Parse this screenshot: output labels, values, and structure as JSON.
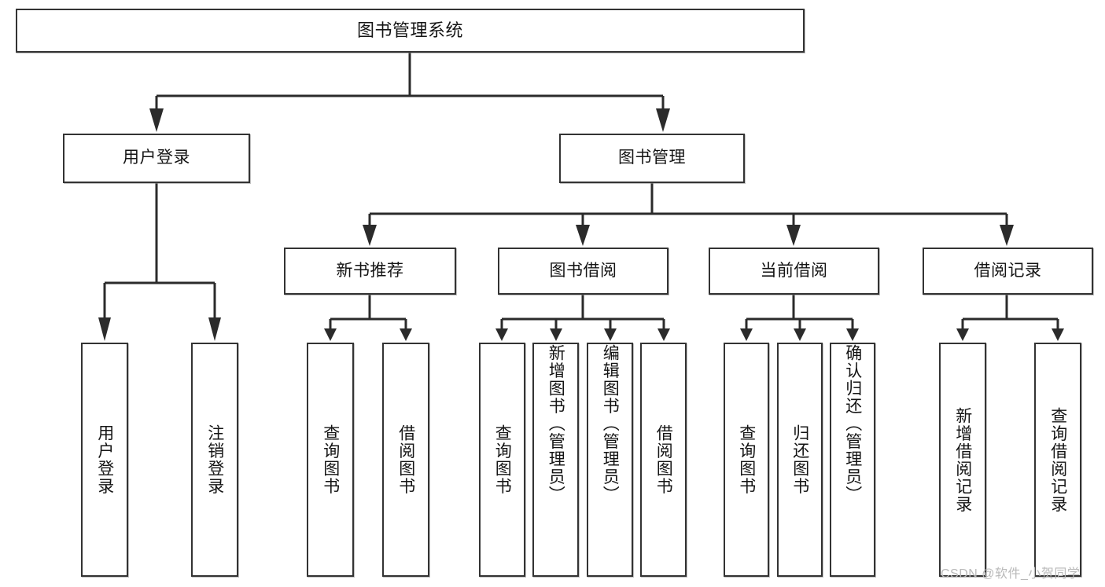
{
  "diagram": {
    "title": "图书管理系统",
    "type": "tree-hierarchy-chart",
    "orientation": "top-down",
    "colors": {
      "background": "#ffffff",
      "box_border": "#333333",
      "box_fill": "#ffffff",
      "connector": "#2b2b2b",
      "text": "#141414",
      "watermark": "#b9b9b9"
    }
  },
  "watermark": {
    "text": "CSDN @软件_小贺同学"
  },
  "nodes": {
    "root": {
      "label": "图书管理系统"
    },
    "level2": [
      {
        "id": "user-login",
        "label": "用户登录"
      },
      {
        "id": "book-manage",
        "label": "图书管理"
      }
    ],
    "level3": [
      {
        "id": "new-book-recommend",
        "label": "新书推荐"
      },
      {
        "id": "book-borrow",
        "label": "图书借阅"
      },
      {
        "id": "current-borrow",
        "label": "当前借阅"
      },
      {
        "id": "borrow-record",
        "label": "借阅记录"
      }
    ],
    "leaves": [
      {
        "id": "leaf-user-login",
        "label": "用户登录",
        "parent": "user-login"
      },
      {
        "id": "leaf-logout-login",
        "label": "注销登录",
        "parent": "user-login"
      },
      {
        "id": "leaf-query-book-1",
        "label": "查询图书",
        "parent": "new-book-recommend"
      },
      {
        "id": "leaf-borrow-book-1",
        "label": "借阅图书",
        "parent": "new-book-recommend"
      },
      {
        "id": "leaf-query-book-2",
        "label": "查询图书",
        "parent": "book-borrow"
      },
      {
        "id": "leaf-add-book",
        "label": "新增图书（管理员）",
        "parent": "book-borrow"
      },
      {
        "id": "leaf-edit-book",
        "label": "编辑图书（管理员）",
        "parent": "book-borrow"
      },
      {
        "id": "leaf-borrow-book-2",
        "label": "借阅图书",
        "parent": "book-borrow"
      },
      {
        "id": "leaf-query-book-3",
        "label": "查询图书",
        "parent": "current-borrow"
      },
      {
        "id": "leaf-return-book",
        "label": "归还图书",
        "parent": "current-borrow"
      },
      {
        "id": "leaf-confirm-return",
        "label": "确认归还（管理员）",
        "parent": "current-borrow"
      },
      {
        "id": "leaf-add-record",
        "label": "新增借阅记录",
        "parent": "borrow-record"
      },
      {
        "id": "leaf-query-record",
        "label": "查询借阅记录",
        "parent": "borrow-record"
      }
    ]
  },
  "chart_data": {
    "type": "tree",
    "title": "图书管理系统",
    "edges": [
      {
        "from": "图书管理系统",
        "to": "用户登录"
      },
      {
        "from": "图书管理系统",
        "to": "图书管理"
      },
      {
        "from": "用户登录",
        "to": "用户登录"
      },
      {
        "from": "用户登录",
        "to": "注销登录"
      },
      {
        "from": "图书管理",
        "to": "新书推荐"
      },
      {
        "from": "图书管理",
        "to": "图书借阅"
      },
      {
        "from": "图书管理",
        "to": "当前借阅"
      },
      {
        "from": "图书管理",
        "to": "借阅记录"
      },
      {
        "from": "新书推荐",
        "to": "查询图书"
      },
      {
        "from": "新书推荐",
        "to": "借阅图书"
      },
      {
        "from": "图书借阅",
        "to": "查询图书"
      },
      {
        "from": "图书借阅",
        "to": "新增图书（管理员）"
      },
      {
        "from": "图书借阅",
        "to": "编辑图书（管理员）"
      },
      {
        "from": "图书借阅",
        "to": "借阅图书"
      },
      {
        "from": "当前借阅",
        "to": "查询图书"
      },
      {
        "from": "当前借阅",
        "to": "归还图书"
      },
      {
        "from": "当前借阅",
        "to": "确认归还（管理员）"
      },
      {
        "from": "借阅记录",
        "to": "新增借阅记录"
      },
      {
        "from": "借阅记录",
        "to": "查询借阅记录"
      }
    ]
  }
}
